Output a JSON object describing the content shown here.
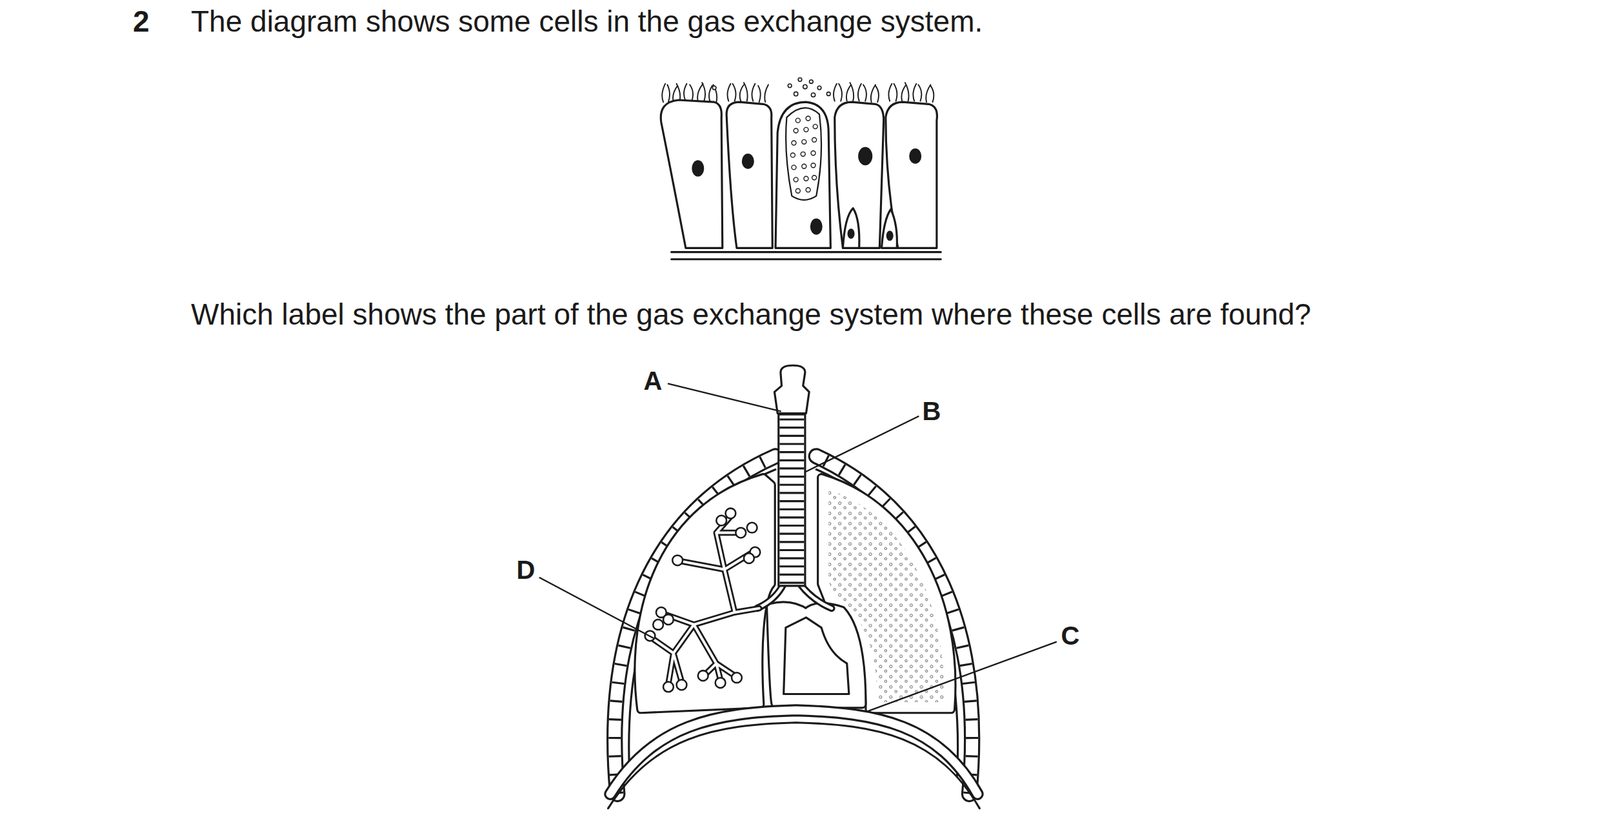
{
  "diagram": {
    "labels": [
      "2",
      "The diagram shows some cells in the gas exchange system.",
      "Which label shows the part of the gas exchange system where these cells are found?",
      "A",
      "B",
      "C",
      "D"
    ]
  }
}
